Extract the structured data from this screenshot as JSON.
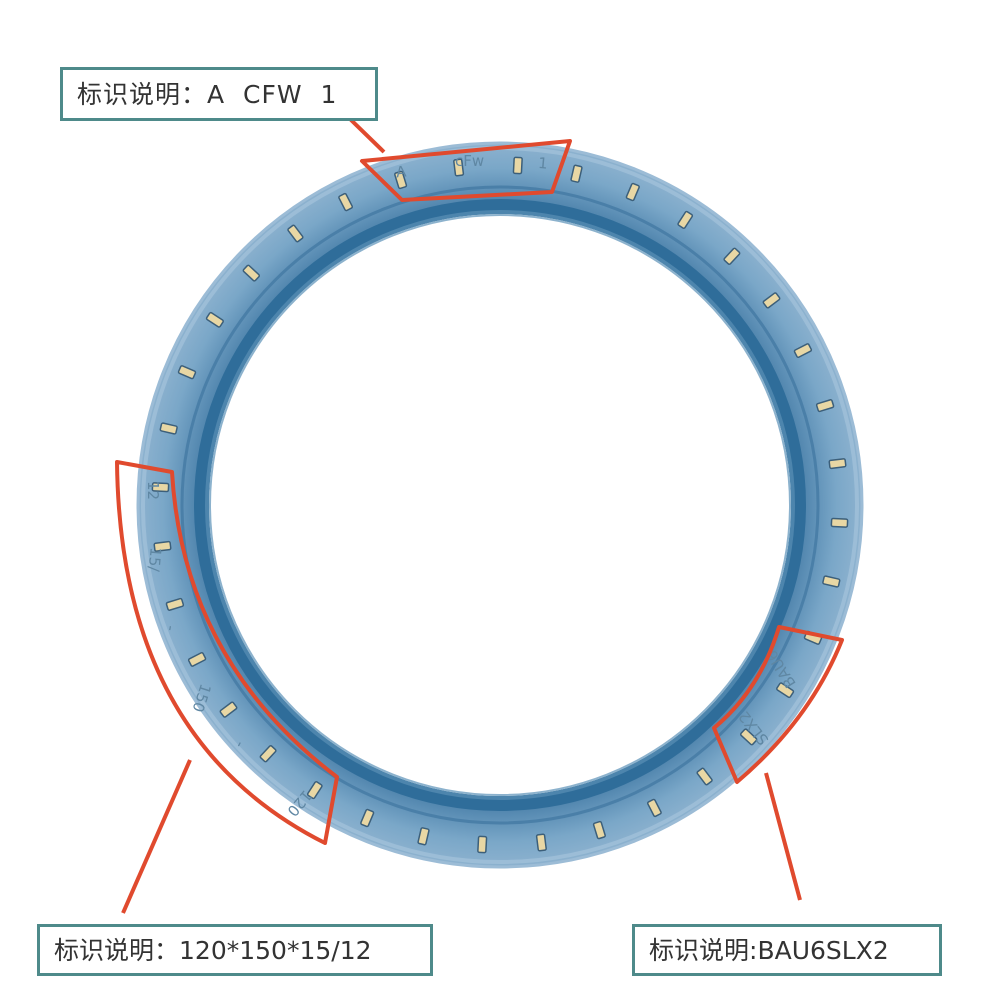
{
  "labels": {
    "prefix": "标识说明",
    "top": {
      "colon": "：",
      "value": "A  CFW  1"
    },
    "left": {
      "colon": "：",
      "value": "120*150*15/12"
    },
    "right": {
      "colon": ":",
      "value": "BAU6SLX2"
    }
  },
  "ring_markings": {
    "top": [
      "A",
      "cFw",
      "1"
    ],
    "left": [
      "12",
      "15/",
      "-",
      "150",
      "-",
      "120"
    ],
    "right": [
      "BAU6",
      "SLX2"
    ]
  },
  "colors": {
    "ring_blue": "#6f9ec1",
    "ring_dark": "#4f82a8",
    "highlight_red": "#e04a2e",
    "label_border": "#4e8a8a",
    "tab_yellow": "#e8d7a4"
  },
  "tab_count": 36
}
